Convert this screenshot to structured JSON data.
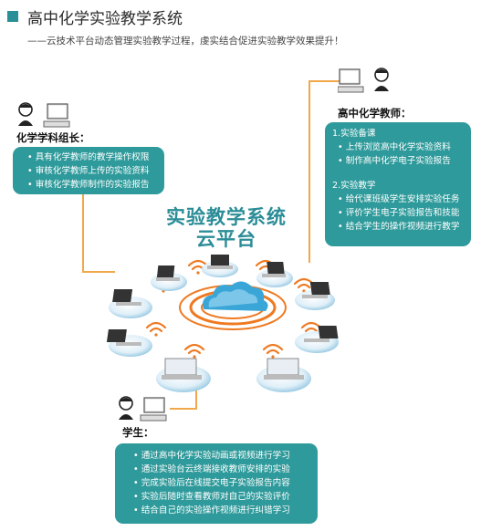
{
  "header": {
    "title": "高中化学实验教学系统",
    "subtitle": "——云技术平台动态管理实验教学过程，虔实结合促进实验教学效果提升！"
  },
  "colors": {
    "teal": "#2f9a9b",
    "orange_line": "#f0a84b",
    "wifi_orange": "#ee7a22",
    "cloud_blue": "#3aa6d8"
  },
  "leader": {
    "label": "化学学科组长：",
    "items": [
      "• 具有化学教师的教学操作权限",
      "• 审核化学教师上传的实验资料",
      "• 审核化学教师制作的实验报告"
    ]
  },
  "teacher": {
    "label": "高中化学教师：",
    "sections": [
      {
        "heading": "1.实验备课",
        "items": [
          "• 上传浏览高中化学实验资料",
          "• 制作高中化学电子实验报告"
        ]
      },
      {
        "heading": "2.实验教学",
        "items": [
          "• 给代课班级学生安排实验任务",
          "• 评价学生电子实验报告和技能",
          "• 结合学生的操作视频进行教学"
        ]
      }
    ]
  },
  "platform": {
    "line1": "实验教学系统",
    "line2": "云平台"
  },
  "student": {
    "label": "学生：",
    "items": [
      "• 通过高中化学实验动画或视频进行学习",
      "• 通过实验台云终端接收教师安排的实验",
      "• 完成实验后在线提交电子实验报告内容",
      "• 实验后随时查看教师对自己的实验评价",
      "• 结合自己的实验操作视频进行纠错学习"
    ]
  }
}
